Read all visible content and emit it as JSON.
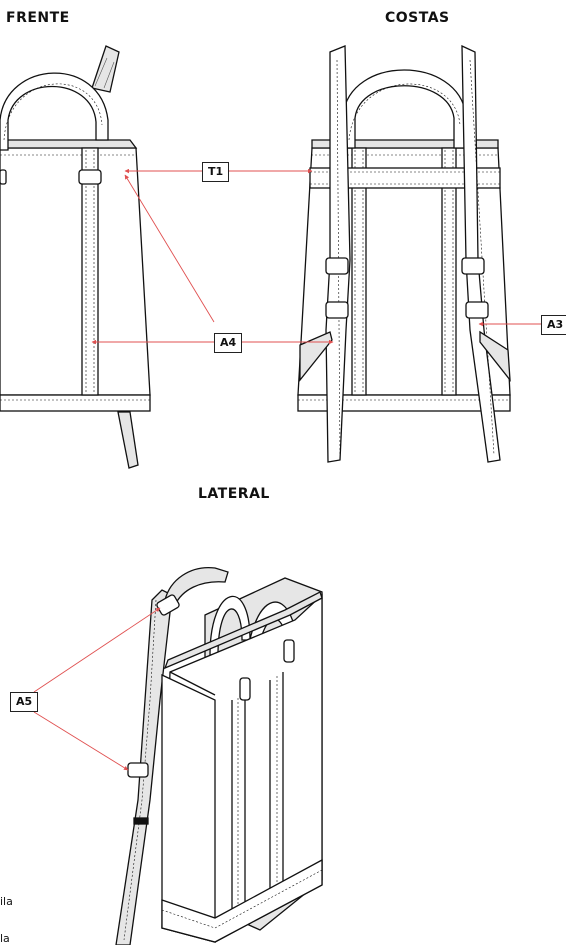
{
  "views": {
    "front_title": "FRENTE",
    "back_title": "COSTAS",
    "side_title": "LATERAL"
  },
  "callouts": {
    "t1": "T1",
    "a4": "A4",
    "a3": "A3",
    "a5": "A5"
  },
  "fragments": {
    "line1": "ila",
    "line2": "la"
  },
  "colors": {
    "leader": "#e05050",
    "outline": "#111111",
    "fill": "#ffffff",
    "shade": "#e6e6e6"
  }
}
